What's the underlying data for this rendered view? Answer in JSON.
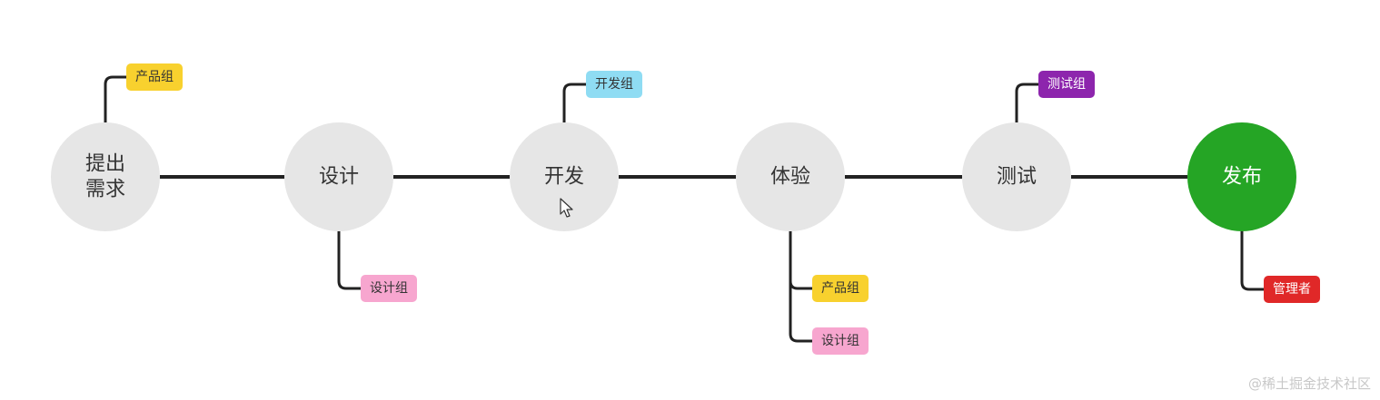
{
  "diagram": {
    "colors": {
      "node_default": "#e6e6e6",
      "node_final": "#25a525",
      "connector": "#222222",
      "tag_product": "#f8d12e",
      "tag_design": "#f7a6cf",
      "tag_dev": "#8fdcf3",
      "tag_test": "#8d25ad",
      "tag_admin": "#e02828"
    },
    "nodes": [
      {
        "id": "n1",
        "lines": [
          "提出",
          "需求"
        ],
        "final": false,
        "tags": [
          {
            "label": "产品组",
            "color": "#f8d12e",
            "light": false,
            "side": "top"
          }
        ]
      },
      {
        "id": "n2",
        "lines": [
          "设计"
        ],
        "final": false,
        "tags": [
          {
            "label": "设计组",
            "color": "#f7a6cf",
            "light": false,
            "side": "bottom"
          }
        ]
      },
      {
        "id": "n3",
        "lines": [
          "开发"
        ],
        "final": false,
        "tags": [
          {
            "label": "开发组",
            "color": "#8fdcf3",
            "light": false,
            "side": "top"
          }
        ]
      },
      {
        "id": "n4",
        "lines": [
          "体验"
        ],
        "final": false,
        "tags": [
          {
            "label": "产品组",
            "color": "#f8d12e",
            "light": false,
            "side": "bottom"
          },
          {
            "label": "设计组",
            "color": "#f7a6cf",
            "light": false,
            "side": "bottom"
          }
        ]
      },
      {
        "id": "n5",
        "lines": [
          "测试"
        ],
        "final": false,
        "tags": [
          {
            "label": "测试组",
            "color": "#8d25ad",
            "light": true,
            "side": "top"
          }
        ]
      },
      {
        "id": "n6",
        "lines": [
          "发布"
        ],
        "final": true,
        "tags": [
          {
            "label": "管理者",
            "color": "#e02828",
            "light": true,
            "side": "bottom"
          }
        ]
      }
    ]
  },
  "watermark": "@稀土掘金技术社区"
}
